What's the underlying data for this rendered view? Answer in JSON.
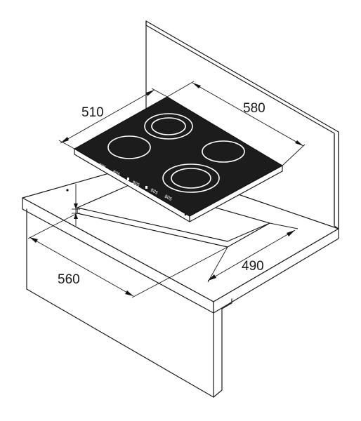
{
  "dimensions": {
    "hob_depth": "510",
    "hob_width": "580",
    "cutout_depth": "490",
    "cutout_width": "560"
  },
  "control_labels": [
    "BOS",
    "BOS",
    "BOS",
    "BOS",
    "BOS"
  ]
}
